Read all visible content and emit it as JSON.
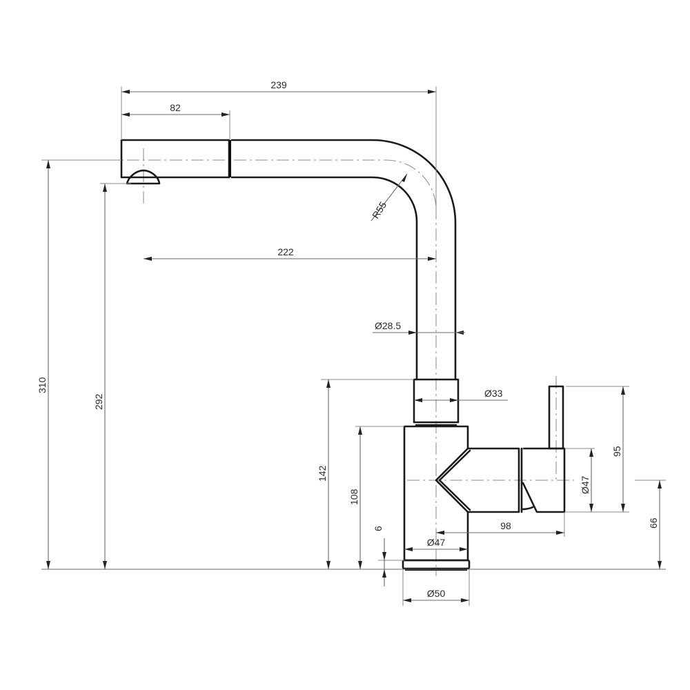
{
  "drawing": {
    "subject": "pull-out kitchen faucet side elevation",
    "line_color": "#1a1a1a",
    "dimension_color": "#6a6a6a",
    "background": "#ffffff"
  },
  "dimensions": {
    "overall_reach": "239",
    "pullout_head_length": "82",
    "spout_reach_to_outlet": "222",
    "bend_radius": "R55",
    "spout_tube_diameter": "Ø28.5",
    "neck_diameter": "Ø33",
    "overall_height": "310",
    "outlet_height": "292",
    "neck_top_height": "142",
    "body_height": "108",
    "base_ring_height": "6",
    "body_diameter": "Ø47",
    "base_diameter": "Ø50",
    "handle_height": "95",
    "lever_housing_diameter": "Ø47",
    "lever_reach": "98",
    "lever_axis_height": "66"
  }
}
